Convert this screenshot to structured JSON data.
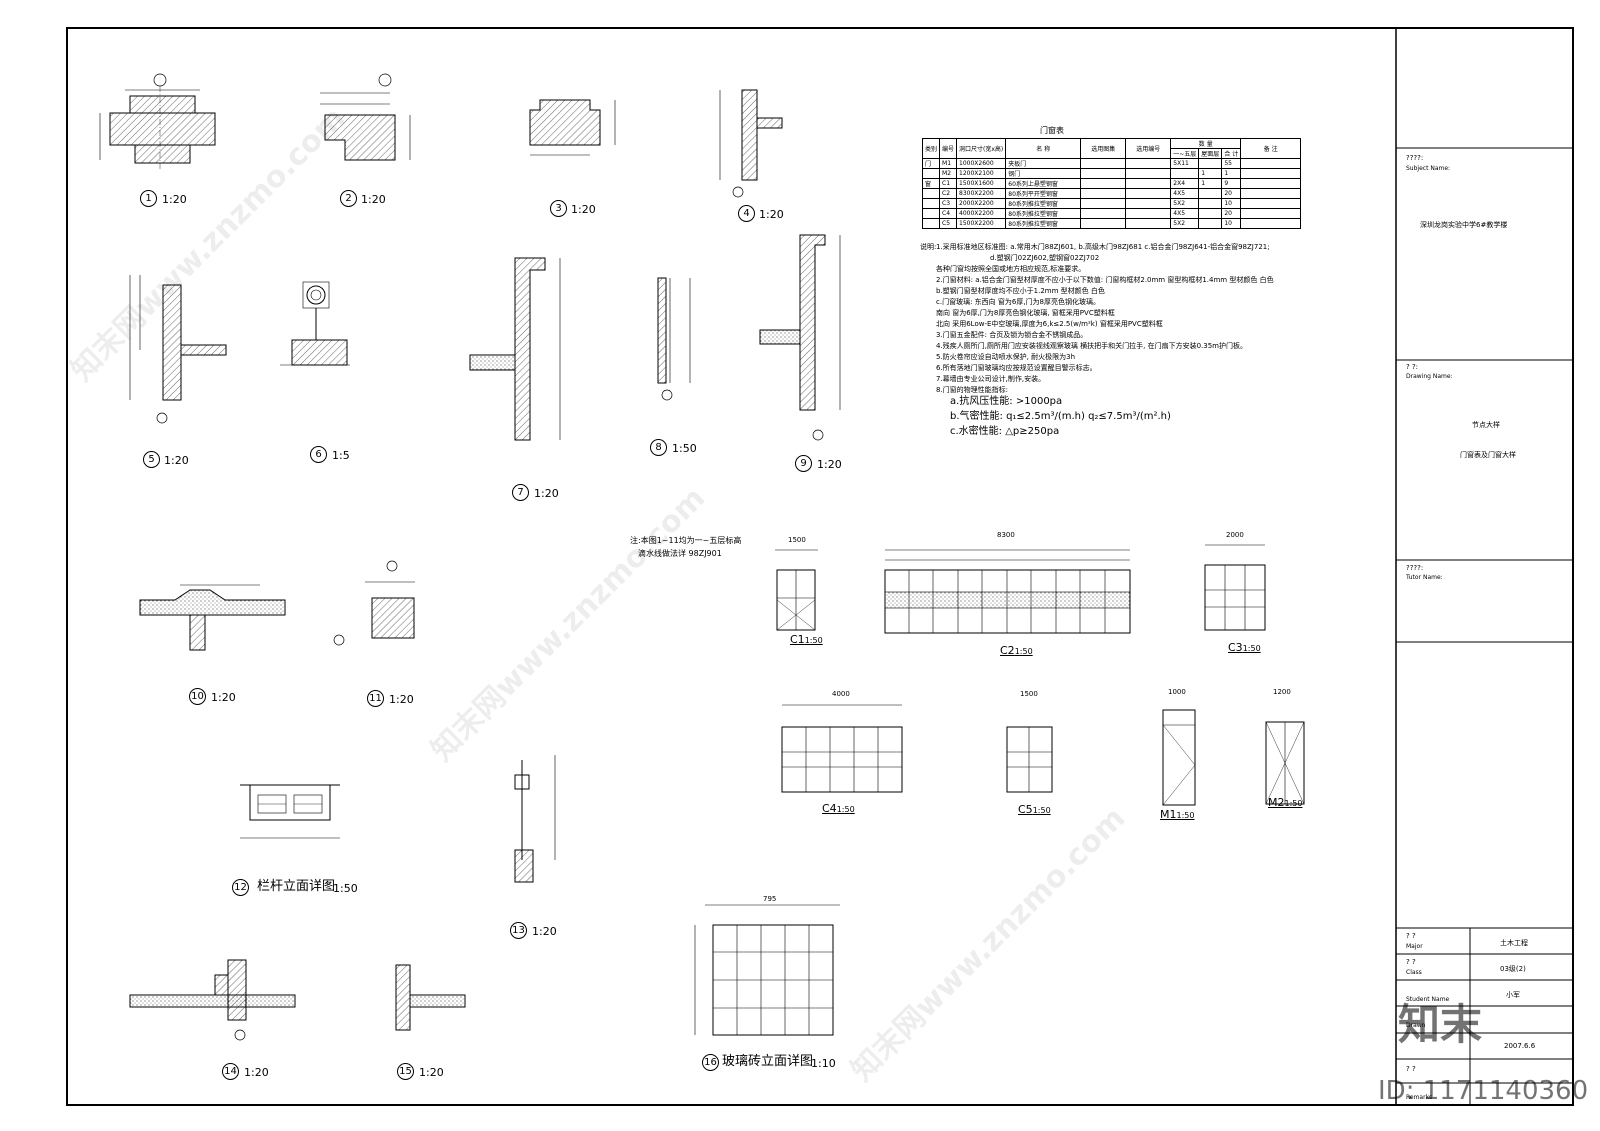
{
  "details": [
    {
      "num": "1",
      "scale": "1:20"
    },
    {
      "num": "2",
      "scale": "1:20"
    },
    {
      "num": "3",
      "scale": "1:20"
    },
    {
      "num": "4",
      "scale": "1:20"
    },
    {
      "num": "5",
      "scale": "1:20"
    },
    {
      "num": "6",
      "scale": "1:5"
    },
    {
      "num": "7",
      "scale": "1:20"
    },
    {
      "num": "8",
      "scale": "1:50"
    },
    {
      "num": "9",
      "scale": "1:20"
    },
    {
      "num": "10",
      "scale": "1:20"
    },
    {
      "num": "11",
      "scale": "1:20"
    },
    {
      "num": "12",
      "scale": "1:50",
      "title": "栏杆立面详图"
    },
    {
      "num": "13",
      "scale": "1:20"
    },
    {
      "num": "14",
      "scale": "1:20"
    },
    {
      "num": "15",
      "scale": "1:20"
    },
    {
      "num": "16",
      "scale": "1:10",
      "title": "玻璃砖立面详图"
    }
  ],
  "windows": [
    {
      "name": "C1",
      "scale": "1:50"
    },
    {
      "name": "C2",
      "scale": "1:50"
    },
    {
      "name": "C3",
      "scale": "1:50"
    },
    {
      "name": "C4",
      "scale": "1:50"
    },
    {
      "name": "C5",
      "scale": "1:50"
    },
    {
      "name": "M1",
      "scale": "1:50"
    },
    {
      "name": "M2",
      "scale": "1:50"
    }
  ],
  "door_table": {
    "title": "门窗表",
    "headers": [
      "类别",
      "编号",
      "洞口尺寸(宽x高)",
      "名 称",
      "选用图集",
      "选用编号",
      "数 量",
      "备 注"
    ],
    "qty_headers": [
      "一~五层",
      "屋面层",
      "合 计"
    ],
    "rows": [
      {
        "cat": "门",
        "code": "M1",
        "size": "1000X2600",
        "name": "夹板门",
        "qty1": "5X11",
        "qty2": "",
        "total": "55"
      },
      {
        "cat": "",
        "code": "M2",
        "size": "1200X2100",
        "name": "钢门",
        "qty1": "",
        "qty2": "1",
        "total": "1"
      },
      {
        "cat": "窗",
        "code": "C1",
        "size": "1500X1600",
        "name": "60系列上悬塑钢窗",
        "qty1": "2X4",
        "qty2": "1",
        "total": "9"
      },
      {
        "cat": "",
        "code": "C2",
        "size": "8300X2200",
        "name": "80系列平开塑钢窗",
        "qty1": "4X5",
        "qty2": "",
        "total": "20"
      },
      {
        "cat": "",
        "code": "C3",
        "size": "2000X2200",
        "name": "80系列推拉塑钢窗",
        "qty1": "5X2",
        "qty2": "",
        "total": "10"
      },
      {
        "cat": "",
        "code": "C4",
        "size": "4000X2200",
        "name": "80系列推拉塑钢窗",
        "qty1": "4X5",
        "qty2": "",
        "total": "20"
      },
      {
        "cat": "",
        "code": "C5",
        "size": "1500X2200",
        "name": "80系列推拉塑钢窗",
        "qty1": "5X2",
        "qty2": "",
        "total": "10"
      }
    ]
  },
  "notes": {
    "title": "说明:",
    "lines": [
      "1.采用标准地区标准图: a.常用木门88ZJ601, b.高级木门98ZJ681 c.铝合金门98ZJ641-铝合金窗98ZJ721;",
      "d.塑钢门02ZJ602,塑钢窗02ZJ702",
      "各种门窗均按照全国或地方相应规范,标准要求。",
      "2.门窗材料: a.铝合金门窗型材厚度不应小于以下数值: 门窗构框材2.0mm 窗型构框材1.4mm 型材颜色 白色",
      "b.塑钢门窗型材厚度均不应小于1.2mm 型材颜色 白色",
      "c.门窗玻璃: 东西向 窗为6厚,门为8厚亮色钢化玻璃。",
      "南向 窗为6厚,门为8厚亮色钢化玻璃, 窗框采用PVC塑料框",
      "北向 采用6Low-E中空玻璃,厚度为6,k≤2.5(w/m²k) 窗框采用PVC塑料框",
      "3.门窗五金配件: 合页及锁为锁合金不锈钢成品。",
      "4.残疾人厕所门,厕所用门应安装视线观察玻璃 横扶把手和关门拉手, 在门扇下方安装0.35m护门板。",
      "5.防火卷帘应设自动喷水保护, 耐火极限为3h",
      "6.所有落地门窗玻璃均应按规范设置醒目警示标志。",
      "7.幕墙由专业公司设计,制作,安装。",
      "8.门窗的物理性能指标:",
      "a.抗风压性能: >1000pa",
      "b.气密性能: q₁≤2.5m³/(m.h)   q₂≤7.5m³/(m².h)",
      "c.水密性能: △p≥250pa"
    ]
  },
  "top_note": {
    "line1": "注:本图1~11均为一~五层标高",
    "line2": "滴水线做法详 98ZJ901"
  },
  "dims": {
    "c1_width": "1500",
    "c2_width": "8300",
    "c3_width": "2000",
    "c4_width": "4000",
    "c5_width": "1500",
    "m1_width": "1000",
    "m2_width": "1200",
    "glass_width": "795"
  },
  "title_block": {
    "subject_label": "????:",
    "subject_en": "Subject  Name:",
    "subject_value": "深圳龙岗实验中学6#教学楼",
    "drawing_label": "? ?:",
    "drawing_en": "Drawing  Name:",
    "drawing_value1": "节点大样",
    "drawing_value2": "门窗表及门窗大样",
    "tutor_label": "????:",
    "tutor_en": "Tutor Name:",
    "major_label": "? ?",
    "major_en": "Major",
    "major_value": "土木工程",
    "class_label": "? ?",
    "class_en": "Class",
    "class_value": "03级(2)",
    "student_en": "Student Name",
    "student_value": "小军",
    "drawn_en": "Drawn",
    "date_value": "2007.6.6",
    "remarks_label": "? ?",
    "remarks_en": "Remarks"
  },
  "watermark": {
    "brand": "知末",
    "id": "ID: 1171140360",
    "site": "知末网www.znzmo.com"
  }
}
